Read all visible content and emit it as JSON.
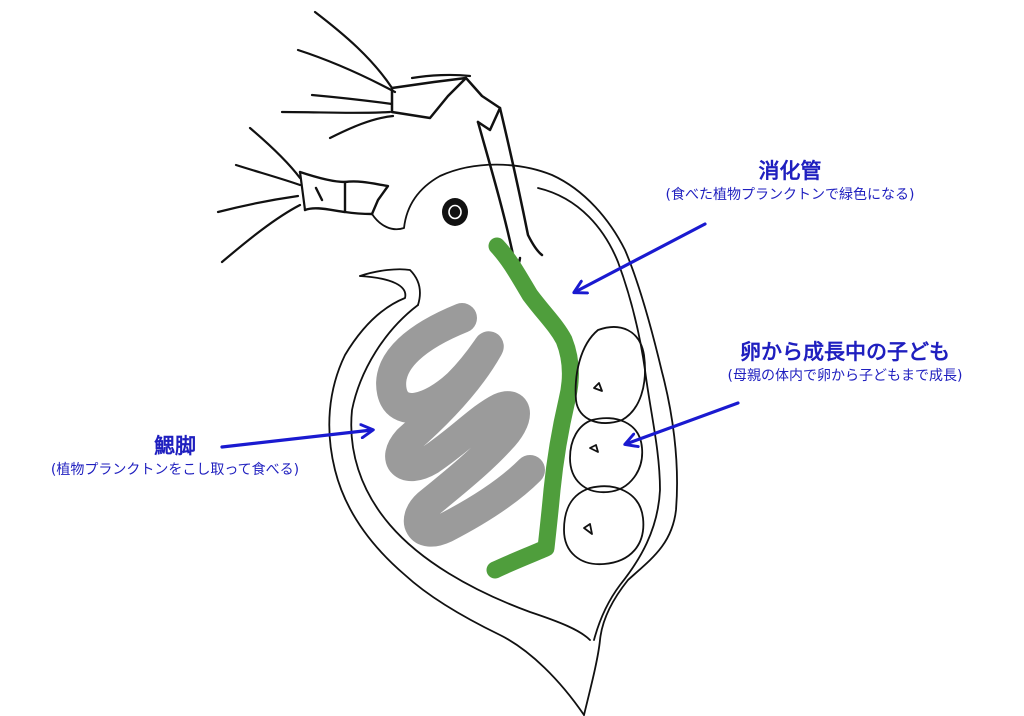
{
  "labels": {
    "digestive_tract": {
      "title": "消化管",
      "note": "(食べた植物プランクトンで緑色になる)"
    },
    "developing_young": {
      "title": "卵から成長中の子ども",
      "note": "(母親の体内で卵から子どもまで成長)"
    },
    "gill_legs": {
      "title": "鰓脚",
      "note": "(植物プランクトンをこし取って食べる)"
    }
  },
  "colors": {
    "label_text": "#1f1fbf",
    "arrow": "#1a1ad0",
    "gut": "#4f9e3c",
    "gill_legs": "#8a8a8a",
    "outline": "#111111"
  }
}
